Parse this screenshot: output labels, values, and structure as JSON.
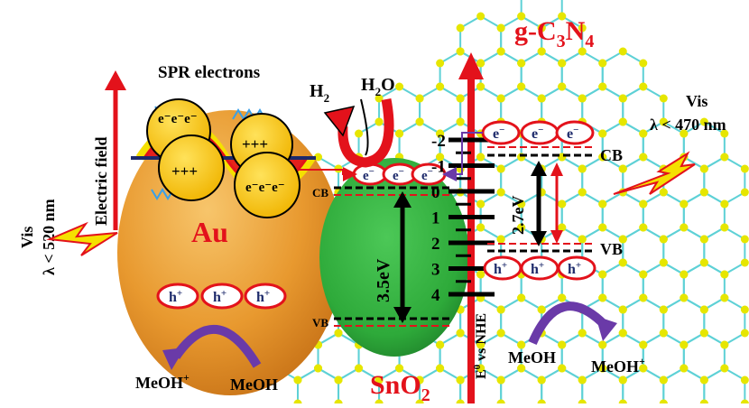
{
  "materials": {
    "g_c3n4_base": "g-C",
    "g_c3n4_sub1": "3",
    "g_c3n4_mid": "N",
    "g_c3n4_sub2": "4",
    "au": "Au",
    "sno2_base": "SnO",
    "sno2_sub": "2"
  },
  "labels": {
    "spr_electrons": "SPR electrons",
    "electric_field": "Electric field",
    "h2_base": "H",
    "h2_sub": "2",
    "h2o_base": "H",
    "h2o_sub": "2",
    "h2o_tail": "O",
    "cb_gc3n4": "CB",
    "vb_gc3n4": "VB",
    "cb_sno2": "CB",
    "vb_sno2": "VB",
    "gap_sno2": "3.5eV",
    "gap_gc3n4": "2.7eV",
    "axis_prefix": "E",
    "axis_sup": "0",
    "axis_suffix": " vs NHE",
    "vis_left_title": "Vis",
    "vis_left_cond": "λ < 520 nm",
    "vis_right_title": "Vis",
    "vis_right_cond": "λ < 470 nm",
    "meoh_plus_left": "MeOH",
    "meoh_left": "MeOH",
    "meoh_right": "MeOH",
    "meoh_plus_right": "MeOH",
    "plus_sign": "+"
  },
  "scale_ticks": [
    "-2",
    "-1",
    "0",
    "1",
    "2",
    "3",
    "4"
  ],
  "charges": {
    "au_plus": "+++",
    "au_electrons": "e⁻e⁻e⁻",
    "electron": "e",
    "hole": "h",
    "minus": "−",
    "plus": "+"
  },
  "colors": {
    "red": "#e3121b",
    "dark_red": "#c0161c",
    "navy": "#1d2a6b",
    "au_orange": "#e8992f",
    "sno2_green": "#2eaa3a",
    "gold": "#f5b800",
    "purple": "#6a3aa8",
    "lattice_cyan": "#5ed1d6",
    "lattice_yellow": "#e6e600"
  }
}
